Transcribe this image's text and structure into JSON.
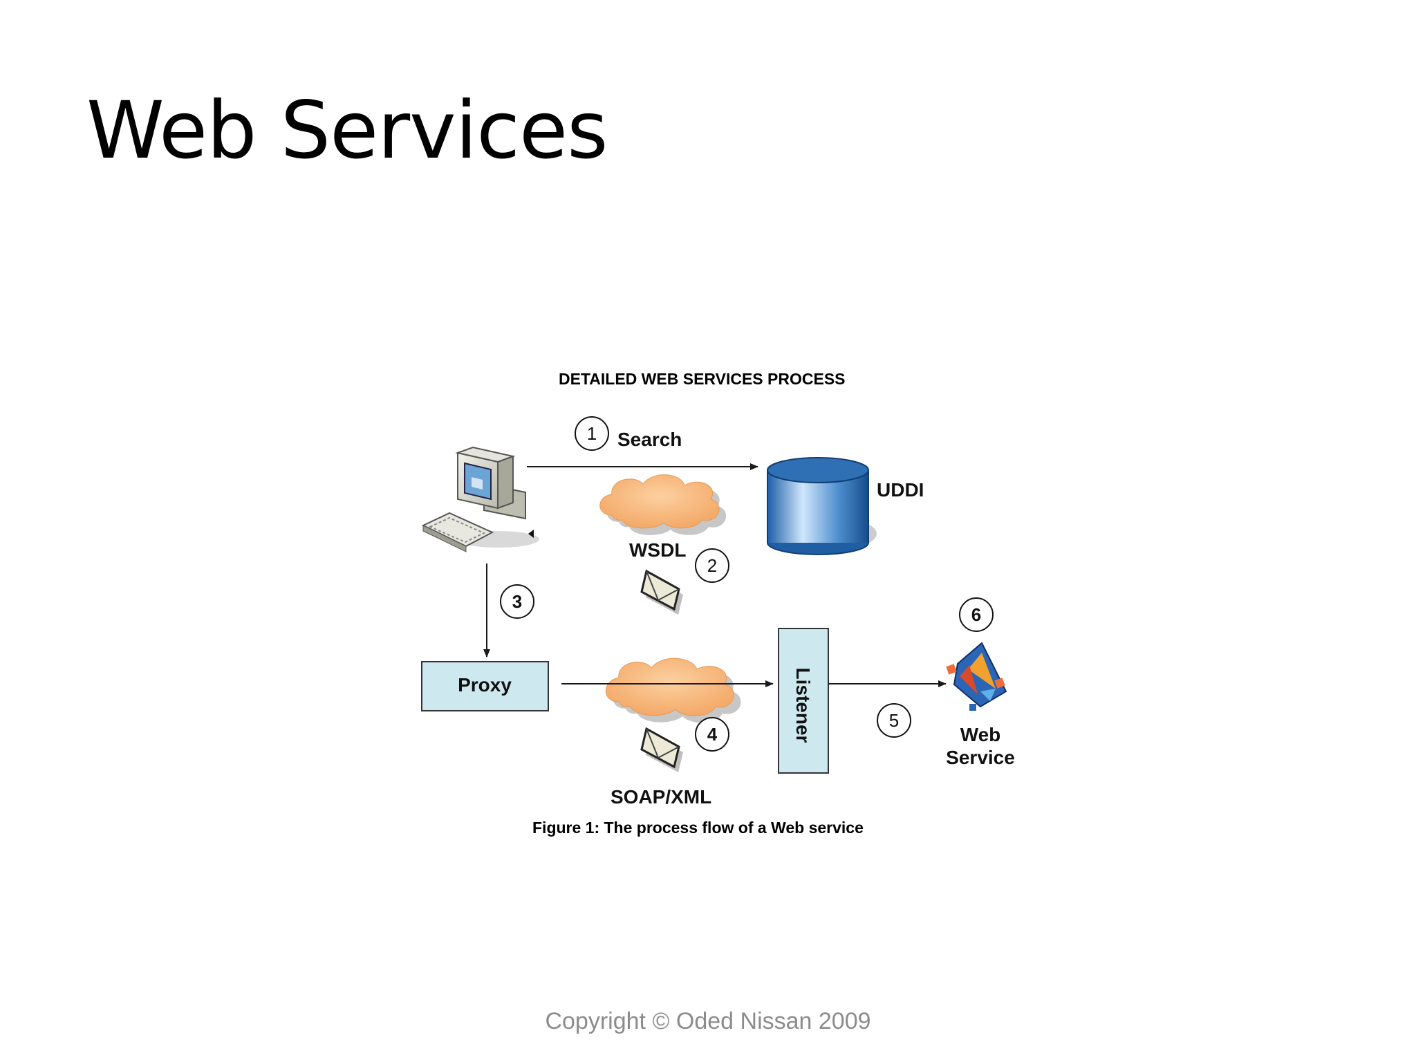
{
  "slide": {
    "title": "Web Services",
    "copyright": "Copyright © Oded Nissan 2009"
  },
  "diagram": {
    "heading": "DETAILED WEB SERVICES PROCESS",
    "caption": "Figure 1: The process flow of a Web service",
    "nodes": {
      "client": {
        "icon": "computer-icon"
      },
      "uddi": {
        "label": "UDDI",
        "icon": "database-icon"
      },
      "proxy": {
        "label": "Proxy"
      },
      "listener": {
        "label": "Listener"
      },
      "web_service": {
        "label_line1": "Web",
        "label_line2": "Service",
        "icon": "web-service-icon"
      }
    },
    "steps": {
      "search": {
        "number": "1",
        "label": "Search"
      },
      "wsdl": {
        "number": "2",
        "label": "WSDL"
      },
      "proxy": {
        "number": "3"
      },
      "soap": {
        "number": "4",
        "label": "SOAP/XML"
      },
      "invoke": {
        "number": "5"
      },
      "response": {
        "number": "6"
      }
    },
    "colors": {
      "box_fill": "#cde8ef",
      "cloud_fill": "#f6b77a",
      "database_fill": "#4f8fcf",
      "arrow": "#1a1a1a"
    }
  }
}
